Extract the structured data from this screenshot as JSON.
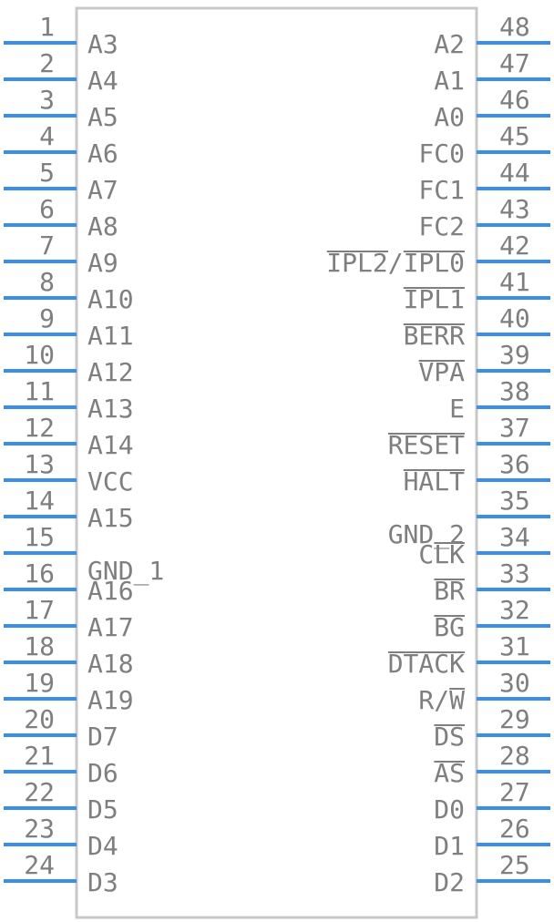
{
  "component": {
    "body_color": "#c8c8c8",
    "pin_color": "#3a8fe8",
    "text_color": "#7f7f7f"
  },
  "left_pins": [
    {
      "number": "1",
      "name": "A3"
    },
    {
      "number": "2",
      "name": "A4"
    },
    {
      "number": "3",
      "name": "A5"
    },
    {
      "number": "4",
      "name": "A6"
    },
    {
      "number": "5",
      "name": "A7"
    },
    {
      "number": "6",
      "name": "A8"
    },
    {
      "number": "7",
      "name": "A9"
    },
    {
      "number": "8",
      "name": "A10"
    },
    {
      "number": "9",
      "name": "A11"
    },
    {
      "number": "10",
      "name": "A12"
    },
    {
      "number": "11",
      "name": "A13"
    },
    {
      "number": "12",
      "name": "A14"
    },
    {
      "number": "13",
      "name": "VCC"
    },
    {
      "number": "14",
      "name": "A15"
    },
    {
      "number": "15",
      "name": "GND_1"
    },
    {
      "number": "16",
      "name": "A16"
    },
    {
      "number": "17",
      "name": "A17"
    },
    {
      "number": "18",
      "name": "A18"
    },
    {
      "number": "19",
      "name": "A19"
    },
    {
      "number": "20",
      "name": "D7"
    },
    {
      "number": "21",
      "name": "D6"
    },
    {
      "number": "22",
      "name": "D5"
    },
    {
      "number": "23",
      "name": "D4"
    },
    {
      "number": "24",
      "name": "D3"
    }
  ],
  "right_pins": [
    {
      "number": "48",
      "name": "A2",
      "overbar": "none"
    },
    {
      "number": "47",
      "name": "A1",
      "overbar": "none"
    },
    {
      "number": "46",
      "name": "A0",
      "overbar": "none"
    },
    {
      "number": "45",
      "name": "FC0",
      "overbar": "none"
    },
    {
      "number": "44",
      "name": "FC1",
      "overbar": "none"
    },
    {
      "number": "43",
      "name": "FC2",
      "overbar": "none"
    },
    {
      "number": "42",
      "name": "IPL2/IPL0",
      "overbar": "split"
    },
    {
      "number": "41",
      "name": "IPL1",
      "overbar": "full"
    },
    {
      "number": "40",
      "name": "BERR",
      "overbar": "full"
    },
    {
      "number": "39",
      "name": "VPA",
      "overbar": "full"
    },
    {
      "number": "38",
      "name": "E",
      "overbar": "none"
    },
    {
      "number": "37",
      "name": "RESET",
      "overbar": "full"
    },
    {
      "number": "36",
      "name": "HALT",
      "overbar": "full"
    },
    {
      "number": "35",
      "name": "GND_2",
      "overbar": "none"
    },
    {
      "number": "34",
      "name": "CLK",
      "overbar": "tail2"
    },
    {
      "number": "33",
      "name": "BR",
      "overbar": "full"
    },
    {
      "number": "32",
      "name": "BG",
      "overbar": "full"
    },
    {
      "number": "31",
      "name": "DTACK",
      "overbar": "full"
    },
    {
      "number": "30",
      "name": "R/W",
      "overbar": "tail1"
    },
    {
      "number": "29",
      "name": "DS",
      "overbar": "full"
    },
    {
      "number": "28",
      "name": "AS",
      "overbar": "full"
    },
    {
      "number": "27",
      "name": "D0",
      "overbar": "none"
    },
    {
      "number": "26",
      "name": "D1",
      "overbar": "none"
    },
    {
      "number": "25",
      "name": "D2",
      "overbar": "none"
    }
  ]
}
